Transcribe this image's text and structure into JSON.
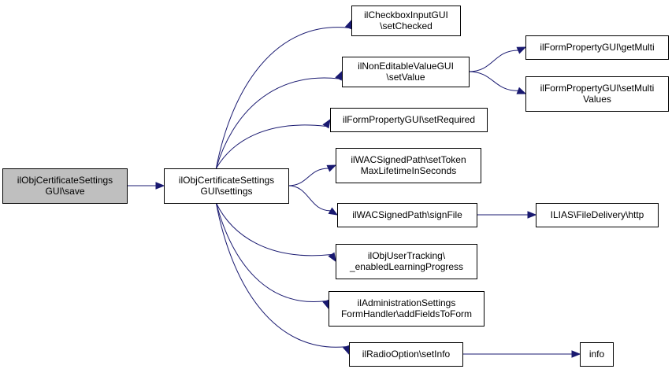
{
  "colors": {
    "edge": "#191970",
    "node_fill": "#ffffff",
    "root_fill": "#bfbfbf",
    "node_stroke": "#000000"
  },
  "nodes": [
    {
      "id": "save",
      "lines": [
        "ilObjCertificateSettings",
        "GUI\\save"
      ],
      "root": true
    },
    {
      "id": "settings",
      "lines": [
        "ilObjCertificateSettings",
        "GUI\\settings"
      ]
    },
    {
      "id": "setChecked",
      "lines": [
        "ilCheckboxInputGUI",
        "\\setChecked"
      ]
    },
    {
      "id": "setValue",
      "lines": [
        "ilNonEditableValueGUI",
        "\\setValue"
      ]
    },
    {
      "id": "getMulti",
      "lines": [
        "ilFormPropertyGUI\\getMulti"
      ]
    },
    {
      "id": "setMultiValues",
      "lines": [
        "ilFormPropertyGUI\\setMulti",
        "Values"
      ]
    },
    {
      "id": "setRequired",
      "lines": [
        "ilFormPropertyGUI\\setRequired"
      ]
    },
    {
      "id": "setTokenMax",
      "lines": [
        "ilWACSignedPath\\setToken",
        "MaxLifetimeInSeconds"
      ]
    },
    {
      "id": "signFile",
      "lines": [
        "ilWACSignedPath\\signFile"
      ]
    },
    {
      "id": "http",
      "lines": [
        "ILIAS\\FileDelivery\\http"
      ]
    },
    {
      "id": "enabledLP",
      "lines": [
        "ilObjUserTracking\\",
        "_enabledLearningProgress"
      ]
    },
    {
      "id": "addFields",
      "lines": [
        "ilAdministrationSettings",
        "FormHandler\\addFieldsToForm"
      ]
    },
    {
      "id": "setInfo",
      "lines": [
        "ilRadioOption\\setInfo"
      ]
    },
    {
      "id": "info",
      "lines": [
        "info"
      ]
    }
  ],
  "edges": [
    [
      "save",
      "settings"
    ],
    [
      "settings",
      "setChecked"
    ],
    [
      "settings",
      "setValue"
    ],
    [
      "setValue",
      "getMulti"
    ],
    [
      "setValue",
      "setMultiValues"
    ],
    [
      "settings",
      "setRequired"
    ],
    [
      "settings",
      "setTokenMax"
    ],
    [
      "settings",
      "signFile"
    ],
    [
      "signFile",
      "http"
    ],
    [
      "settings",
      "enabledLP"
    ],
    [
      "settings",
      "addFields"
    ],
    [
      "settings",
      "setInfo"
    ],
    [
      "setInfo",
      "info"
    ]
  ]
}
